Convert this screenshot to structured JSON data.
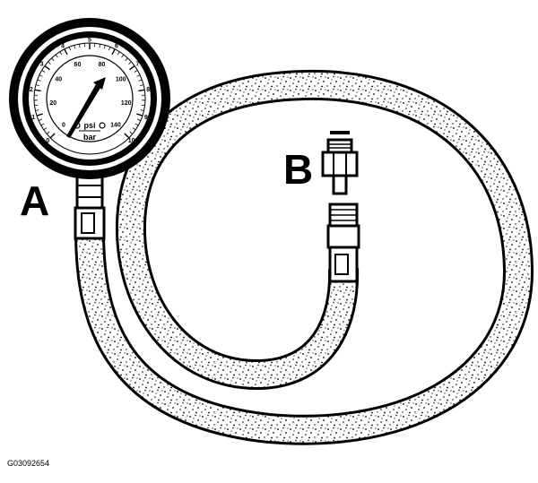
{
  "callouts": {
    "gauge": "A",
    "adapter": "B"
  },
  "figure_id": "G03092654",
  "gauge_face": {
    "outer_scale": [
      "0",
      "1",
      "2",
      "3",
      "4",
      "5",
      "6",
      "7",
      "8",
      "9",
      "10"
    ],
    "inner_scale": [
      "0",
      "20",
      "40",
      "60",
      "80",
      "100",
      "120",
      "140"
    ],
    "unit_top": "psi",
    "unit_bottom": "bar"
  },
  "colors": {
    "ink": "#000000",
    "paper": "#ffffff"
  }
}
